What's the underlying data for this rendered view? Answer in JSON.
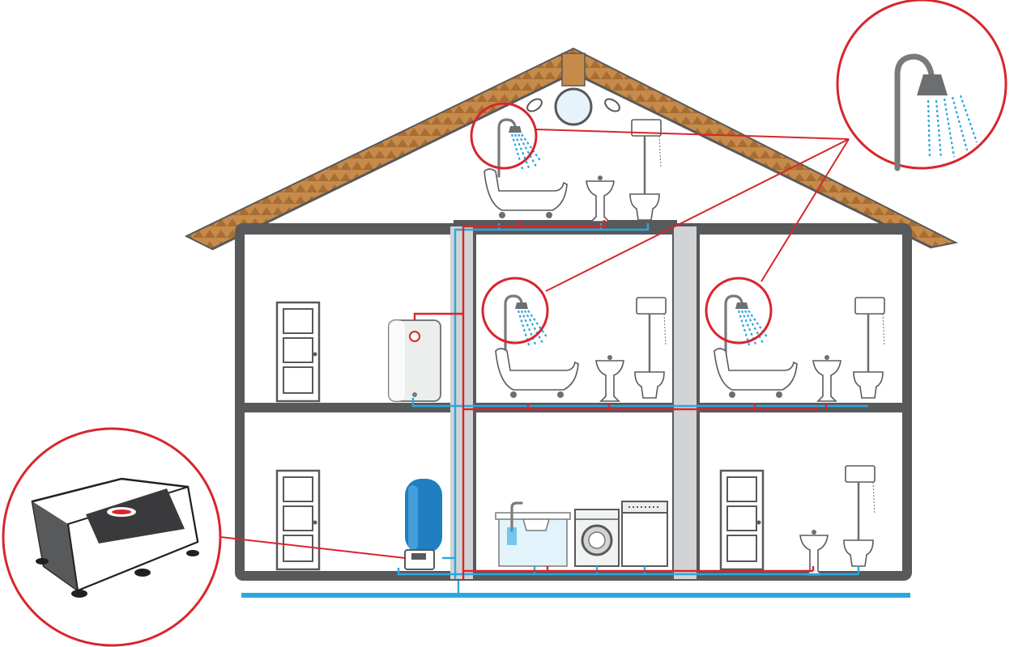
{
  "diagram": {
    "subject": "house-plumbing-cutaway",
    "colors": {
      "hot_pipe": "#d7262d",
      "cold_pipe": "#29a8df",
      "callout": "#d7262d",
      "walls": "#58595b",
      "roof_tiles": "#c68b4b",
      "water_spray": "#29a8df",
      "boiler_tank": "#1f7fc1"
    },
    "icons": [
      "shower-head-icon",
      "bathtub-icon",
      "washbasin-icon",
      "high-tank-toilet-icon",
      "door-icon",
      "electric-water-heater-icon",
      "pressure-tank-icon",
      "pump-unit-icon",
      "kitchen-sink-icon",
      "washing-machine-icon",
      "dishwasher-icon"
    ],
    "callouts": [
      "attic-shower",
      "first-floor-shower-left",
      "first-floor-shower-right",
      "pump-unit"
    ]
  }
}
